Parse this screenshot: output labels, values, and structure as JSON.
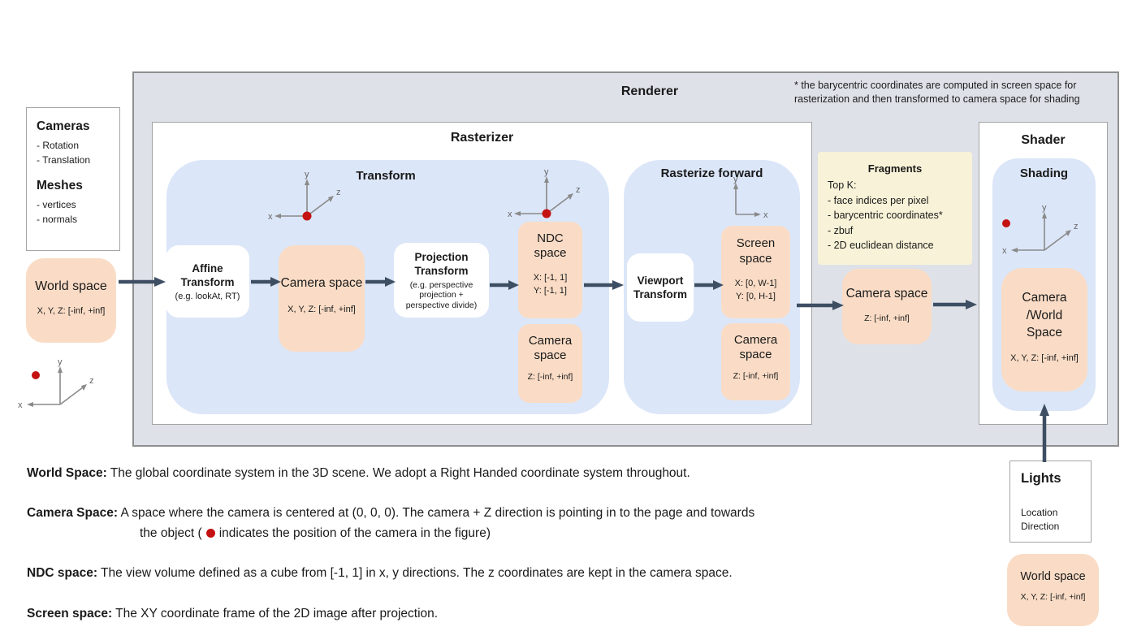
{
  "renderer": {
    "title": "Renderer"
  },
  "note": "* the barycentric coordinates are computed in screen space for rasterization and then transformed to camera space for shading",
  "inputs": {
    "cameras_title": "Cameras",
    "cameras_items": [
      "- Rotation",
      "- Translation"
    ],
    "meshes_title": "Meshes",
    "meshes_items": [
      "- vertices",
      "- normals"
    ],
    "world_space": {
      "title": "World space",
      "range": "X, Y, Z: [-inf, +inf]"
    }
  },
  "rasterizer": {
    "title": "Rasterizer",
    "transform": {
      "title": "Transform",
      "affine": {
        "line1": "Affine",
        "line2": "Transform",
        "sub": "(e.g. lookAt, RT)"
      },
      "camera_space": {
        "title": "Camera space",
        "range": "X, Y, Z: [-inf, +inf]"
      },
      "projection": {
        "line1": "Projection",
        "line2": "Transform",
        "sub": "(e.g. perspective projection + perspective divide)"
      },
      "ndc": {
        "line1": "NDC",
        "line2": "space",
        "range1": "X: [-1, 1]",
        "range2": "Y: [-1, 1]"
      },
      "camera_space2": {
        "line1": "Camera",
        "line2": "space",
        "range": "Z: [-inf, +inf]"
      }
    },
    "rasterize_forward": {
      "title": "Rasterize forward",
      "viewport": {
        "line1": "Viewport",
        "line2": "Transform"
      },
      "screen": {
        "line1": "Screen",
        "line2": "space",
        "range1": "X: [0, W-1]",
        "range2": "Y: [0, H-1]"
      },
      "camera_space": {
        "line1": "Camera",
        "line2": "space",
        "range": "Z: [-inf, +inf]"
      }
    }
  },
  "fragments": {
    "title": "Fragments",
    "items": [
      "Top K:",
      "- face indices per pixel",
      "- barycentric coordinates*",
      "- zbuf",
      "- 2D euclidean distance"
    ]
  },
  "camera_space_mid": {
    "title": "Camera space",
    "range": "Z: [-inf, +inf]"
  },
  "shader": {
    "title": "Shader",
    "shading_title": "Shading",
    "camera_world": {
      "line1": "Camera",
      "line2": "/World",
      "line3": "Space",
      "range": "X, Y, Z: [-inf, +inf]"
    }
  },
  "lights": {
    "title": "Lights",
    "items": [
      "Location",
      "Direction"
    ],
    "world_space": {
      "title": "World space",
      "range": "X, Y, Z: [-inf, +inf]"
    }
  },
  "defs": {
    "world": {
      "label": "World Space:",
      "text": "The global coordinate system in the 3D scene. We adopt a Right Handed coordinate system throughout."
    },
    "camera": {
      "label": "Camera Space:",
      "line1": "A space where the camera is centered at (0, 0, 0). The camera + Z direction is pointing in to the page and towards",
      "line2_pre": "the object (",
      "line2_post": "indicates the position of the camera in the figure)"
    },
    "ndc": {
      "label": "NDC space:",
      "text": "The view volume defined as a cube from [-1, 1] in x, y directions. The z coordinates are kept in the camera space."
    },
    "screen": {
      "label": "Screen space:",
      "text": "The XY coordinate frame of the 2D image after projection."
    }
  },
  "axes": {
    "x": "x",
    "y": "y",
    "z": "z"
  },
  "colors": {
    "peach": "#fadcc6",
    "panel_blue": "#dbe6f8",
    "renderer_gray": "#dee1e8",
    "fragments_yellow": "#f8f3d8",
    "arrow": "#3e4e63",
    "camera_red": "#c41111"
  }
}
